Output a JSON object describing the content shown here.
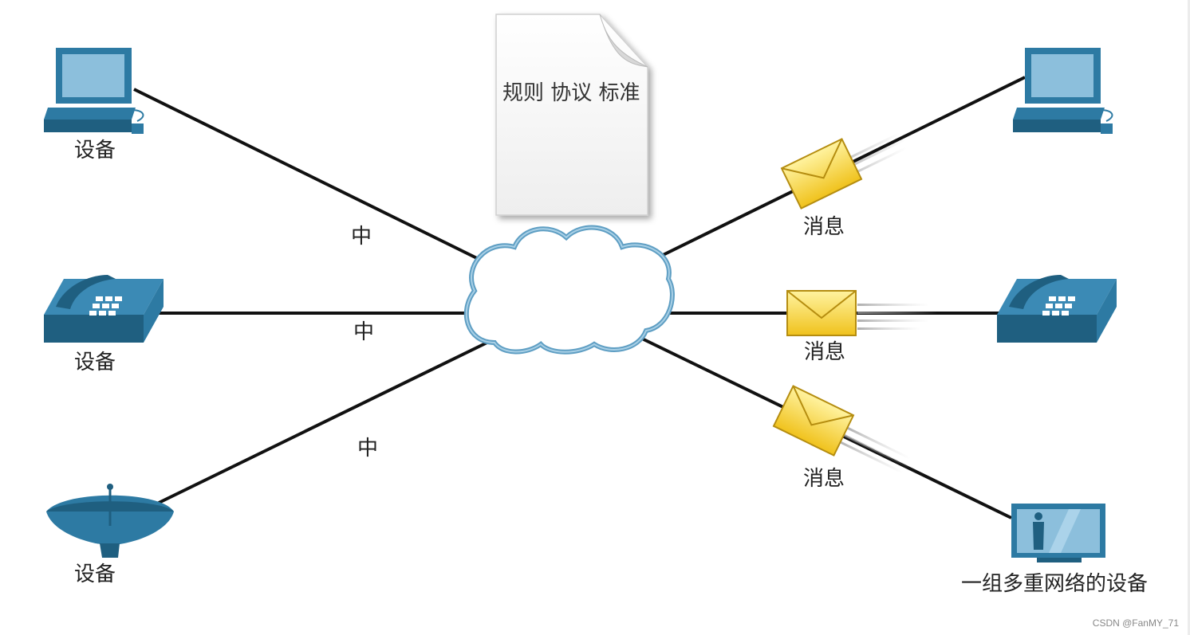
{
  "document": {
    "text": "规则 协议 标准"
  },
  "devices": [
    {
      "label": "设备",
      "icon": "computer-icon"
    },
    {
      "label": "设备",
      "icon": "telephone-icon"
    },
    {
      "label": "设备",
      "icon": "satellite-dish-icon"
    }
  ],
  "medium_labels": [
    "中",
    "中",
    "中"
  ],
  "messages": [
    "消息",
    "消息",
    "消息"
  ],
  "right_devices": [
    {
      "icon": "computer-icon"
    },
    {
      "icon": "telephone-icon"
    },
    {
      "label": "一组多重网络的设备",
      "icon": "tv-monitor-icon"
    }
  ],
  "network": {
    "icon": "cloud-icon"
  },
  "watermark": "CSDN @FanMY_71",
  "colors": {
    "device_blue": "#2d7aa3",
    "device_dark": "#1f5f80",
    "envelope_yellow": "#f6d53b",
    "cloud_outline": "#6aa7c8"
  }
}
